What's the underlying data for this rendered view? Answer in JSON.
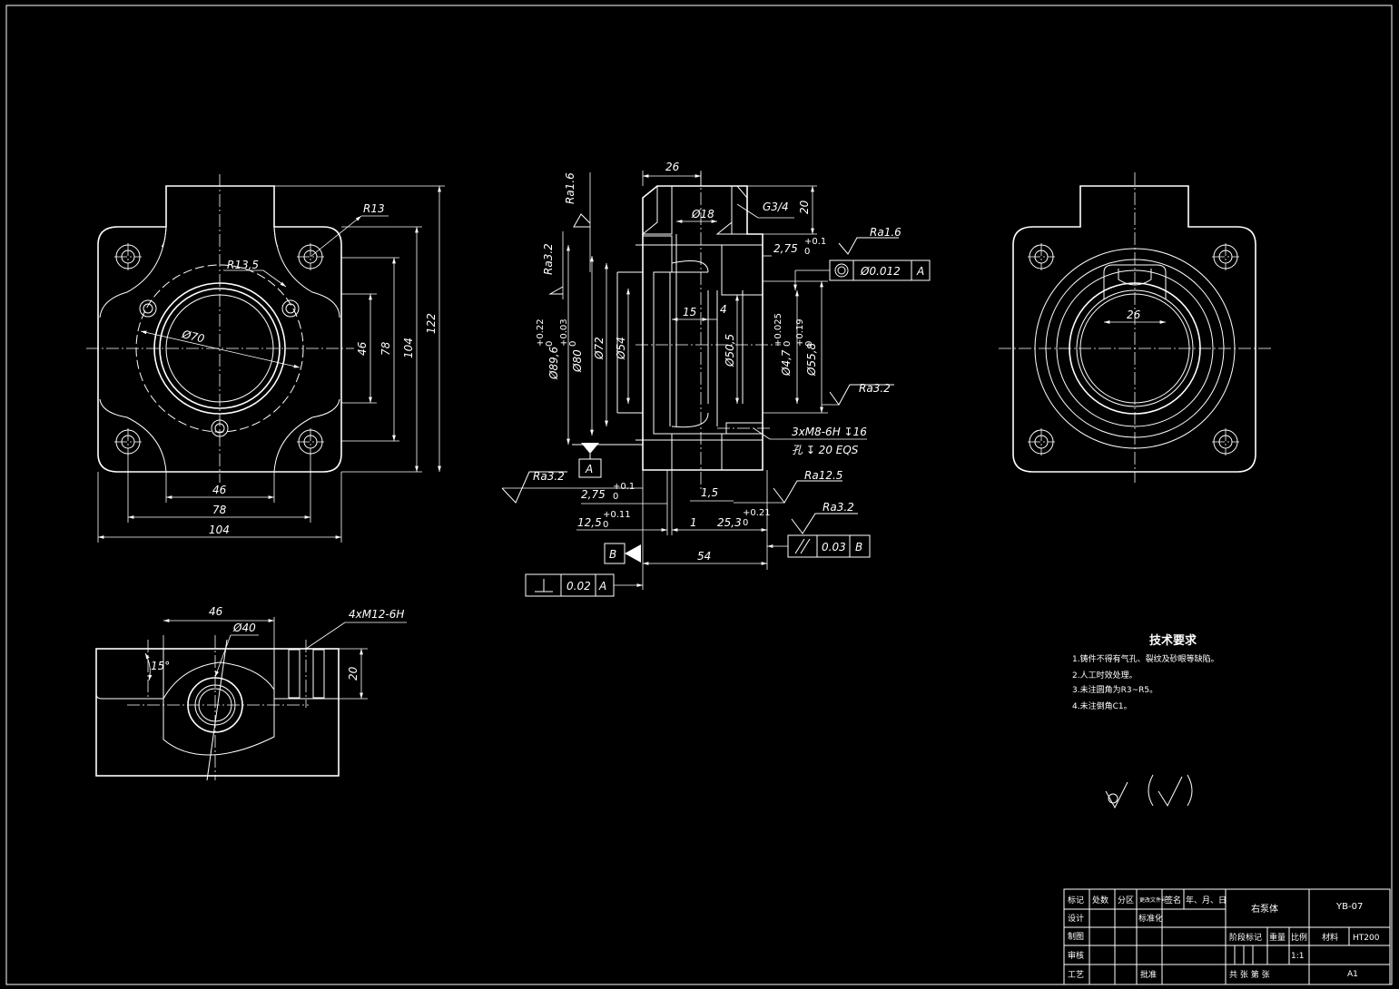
{
  "front_view": {
    "r13": "R13",
    "r135": "R13,5",
    "phi70": "Ø70",
    "dim46v": "46",
    "dim78v": "78",
    "dim104v": "104",
    "dim122v": "122",
    "dim46h": "46",
    "dim78h": "78",
    "dim104h": "104"
  },
  "bottom_view": {
    "dim46": "46",
    "phi40": "Ø40",
    "angle": "15°",
    "thread": "4xM12-6H",
    "dim20": "20"
  },
  "section_view": {
    "dim26": "26",
    "phi18": "Ø18",
    "g34": "G3/4",
    "dim20": "20",
    "ra16_top": "Ra1.6",
    "ra32_left": "Ra3.2",
    "dim275_top": "2,75",
    "tol_top_plus": "+0.1",
    "tol_top_zero": "0",
    "ra16_right": "Ra1.6",
    "concentricity_value": "Ø0.012",
    "datum_a_ref": "A",
    "dim15": "15",
    "dim4": "4",
    "phi896": "Ø89,6",
    "tol896_plus": "+0.22",
    "tol896_zero": "0",
    "phi80": "Ø80",
    "tol80_plus": "+0.03",
    "tol80_zero": "0",
    "phi72": "Ø72",
    "phi54": "Ø54",
    "phi505": "Ø50,5",
    "phi47": "Ø4,7",
    "tol47_plus": "+0.025",
    "tol47_zero": "0",
    "phi558": "Ø55,8",
    "tol558_plus": "+0.19",
    "tol558_zero": "0",
    "ra32_right": "Ra3.2",
    "holes_line1": "3xM8-6H ↧16",
    "holes_line2": "孔 ↧ 20  EQS",
    "datum_a": "A",
    "ra32_bottom_left": "Ra3.2",
    "dim275_bottom": "2,75",
    "tol275b_plus": "+0.1",
    "tol275b_zero": "0",
    "dim15b": "1,5",
    "ra125": "Ra12.5",
    "ra32_bottom_right": "Ra3.2",
    "dim125": "12,5",
    "tol125_plus": "+0.11",
    "tol125_zero": "0",
    "dim1": "1",
    "dim253": "25,3",
    "tol253_plus": "+0.21",
    "tol253_zero": "0",
    "datum_b": "B",
    "parallel_value": "0.03",
    "parallel_ref": "B",
    "dim54": "54",
    "perp_value": "0.02",
    "perp_ref": "A"
  },
  "right_view": {
    "dim26": "26"
  },
  "tech_req": {
    "title": "技术要求",
    "items": [
      "1.铸件不得有气孔、裂纹及砂眼等缺陷。",
      "2.人工时效处理。",
      "3.未注圆角为R3~R5。",
      "4.未注倒角C1。"
    ]
  },
  "title_block": {
    "row1": [
      "标记",
      "处数",
      "分区",
      "更改文件号",
      "签名",
      "年、月、日"
    ],
    "design": "设计",
    "standardize": "标准化",
    "draw": "制图",
    "review": "审核",
    "process": "工艺",
    "approve": "批准",
    "part_name": "右泵体",
    "drawing_no": "YB-07",
    "stage_mark": "阶段标记",
    "weight": "重量",
    "scale_label": "比例",
    "scale": "1:1",
    "material_label": "材料",
    "material": "HT200",
    "sheets": "共  张  第  张",
    "size": "A1"
  }
}
